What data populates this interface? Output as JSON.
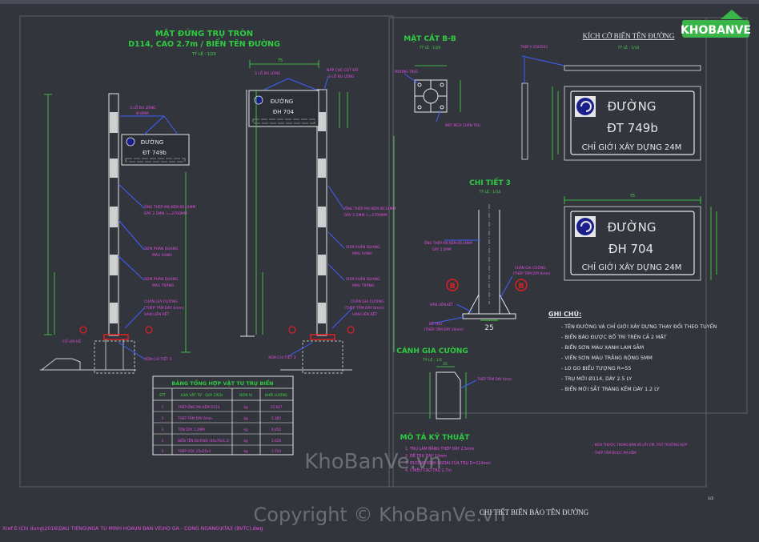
{
  "sheet1": {
    "title_line1": "MẶT ĐỨNG TRỤ TRÒN",
    "title_line2": "D114, CAO 2.7m / BIỂN TÊN ĐƯỜNG",
    "scale": "TỶ LỆ : 1/20",
    "bolt_label": "3 LỖ BU LÔNG",
    "bolt_sub": "Ø 6MM",
    "bolt_label_right": "3 LỖ BU LÔNG",
    "cap_label": "NẮP CHE CỘT ĐỠ",
    "cap_sub": "3 LỖ BU LÔNG",
    "pipe_note": "ỐNG THÉP MẠ KẼM Ø114MM",
    "pipe_note2": "DÀY 2.5MM, L=2700MM",
    "paint_blue": "SƠN PHẢN QUANG",
    "paint_blue2": "MÀU XANH",
    "paint_white": "SƠN PHẢN QUANG",
    "paint_white2": "MÀU TRẮNG",
    "stiff_label": "CHÂN GIA CƯỜNG",
    "stiff_sub": "(THÉP TẤM DÀY 6mm)",
    "stiff_sub2": "HÀN LIÊN KẾT",
    "detail_ref": "XEM CHI TIẾT 3",
    "ground": "CỐ VỈA HÈ",
    "sign_left_word": "ĐƯỜNG",
    "sign_left_name": "ĐT 749b",
    "sign_right_word": "ĐƯỜNG",
    "sign_right_name": "ĐH 704",
    "dim_a": "75"
  },
  "table": {
    "title": "BẢNG TỔNG HỢP VẬT TƯ TRỤ BIỂN",
    "headers": [
      "STT",
      "LOẠI VẬT TƯ - QUY CÁCH",
      "ĐƠN VỊ",
      "KHỐI LƯỢNG"
    ],
    "rows": [
      [
        "1",
        "THÉP ỐNG MẠ KẼM D114",
        "kg",
        "15.647"
      ],
      [
        "2",
        "THÉP TẤM DÀY 6mm",
        "kg",
        "1.385"
      ],
      [
        "3",
        "TÔN DÀY 1.2MM",
        "kg",
        "4.850"
      ],
      [
        "4",
        "BIỂN TÊN ĐƯỜNG (40x70x1.2)",
        "kg",
        "2.626"
      ],
      [
        "5",
        "THÉP GÓC 25x25x3",
        "kg",
        "1.554"
      ]
    ]
  },
  "section": {
    "title": "MẶT CẮT B-B",
    "scale": "TỶ LỆ : 1/20",
    "note1": "MOONG TRỤC",
    "note2": "MẶT BÍCH CHÂN TRỤ"
  },
  "detail3": {
    "title": "CHI TIẾT 3",
    "scale": "TỶ LỆ : 1/10",
    "note1": "ỐNG THÉP MẠ KẼM Ø114MM",
    "note2": "DÀY 2.5MM",
    "note3": "CHÂN GIA CƯỜNG",
    "note4": "(THÉP TẤM DÀY 6mm)",
    "note5": "HÀN LIÊN KẾT",
    "note6": "ĐẾ TRỤ",
    "note7": "(THÉP TẤM DÀY 10mm)",
    "marker": "B",
    "dim": "25"
  },
  "stiffener": {
    "title": "CÁNH GIA CƯỜNG",
    "scale": "TỶ LỆ : 1/5",
    "note": "THÉP TẤM DÀY 6mm",
    "dim_top": "25"
  },
  "description": {
    "title": "MÔ TẢ KỸ THUẬT",
    "items": [
      "1. TRỤ LÀM BẰNG THÉP DÀY 2.5mm",
      "2. ĐẾ TRỤ DÀY 12mm",
      "3. ĐƯỜNG KÍNH NGOÀI CỦA TRỤ D=114mm",
      "4. CHIỀU CAO TRỤ 2.7m"
    ],
    "right_notes": [
      "- KÍCH THƯỚC TRONG BẢN VẼ LẤY CM, TRỪ TRƯỜNG HỢP",
      "- THÉP TẤM ĐƯỢC MẠ KẼM"
    ]
  },
  "sign_panel": {
    "title": "KÍCH CỠ BIỂN TÊN ĐƯỜNG",
    "scale": "TỶ LỆ : 1/10",
    "top_label": "THÉP V 25X25X3",
    "sign1_word": "ĐƯỜNG",
    "sign1_name": "ĐT 749b",
    "sign1_sub": "CHỈ GIỚI XÂY DỰNG 24M",
    "sign2_word": "ĐƯỜNG",
    "sign2_name": "ĐH 704",
    "sign2_sub": "CHỈ GIỚI XÂY DỰNG 24M",
    "dim_width": "75"
  },
  "notes": {
    "title": "GHI CHÚ:",
    "items": [
      "- TÊN ĐƯỜNG VÀ CHỈ GIỚI XÂY DỰNG THAY ĐỔI THEO TUYẾN",
      "- BIỂN BÁO ĐƯỢC BỐ TRÍ TRÊN CẢ 2 MẶT",
      "- BIỂN SƠN MÀU XANH LAM SẪM",
      "- VIỀN SƠN MÀU TRẮNG RỘNG 5MM",
      "- LO GO BIỂU TƯỢNG R=55",
      "- TRỤ MỚI Ø114, DÀY 2.5 LY",
      "- BIỂN MỚI SẮT TRÁNG KẼM DÀY 1.2 LY"
    ]
  },
  "footer": {
    "sheet_title": "CHI TIẾT BIỂN BÁO TÊN ĐƯỜNG",
    "path": "Xref E:\\Chi dung\\2016\\DAU TIENG\\NGA TU MINH HOA\\IN BAN VE\\HO GA - CONG NGANG\\KTA3 (BVTC).dwg",
    "page_no": "1/2"
  },
  "branding": {
    "logo_text": "KHOBANVE",
    "watermark": "KhoBanVe.vn",
    "copyright": "Copyright © KhoBanVe.vn"
  },
  "colors": {
    "background": "#33353d",
    "title_green": "#2ecc40",
    "dim_green": "#44dd44",
    "leader_blue": "#3f5fff",
    "note_magenta": "#e050e0",
    "sign_blue": "#1a1f8c",
    "alert_red": "#e02020",
    "outline_white": "#e6e6e6",
    "sign_frame": "#bfbfbf",
    "logo_green": "#39b54a"
  }
}
